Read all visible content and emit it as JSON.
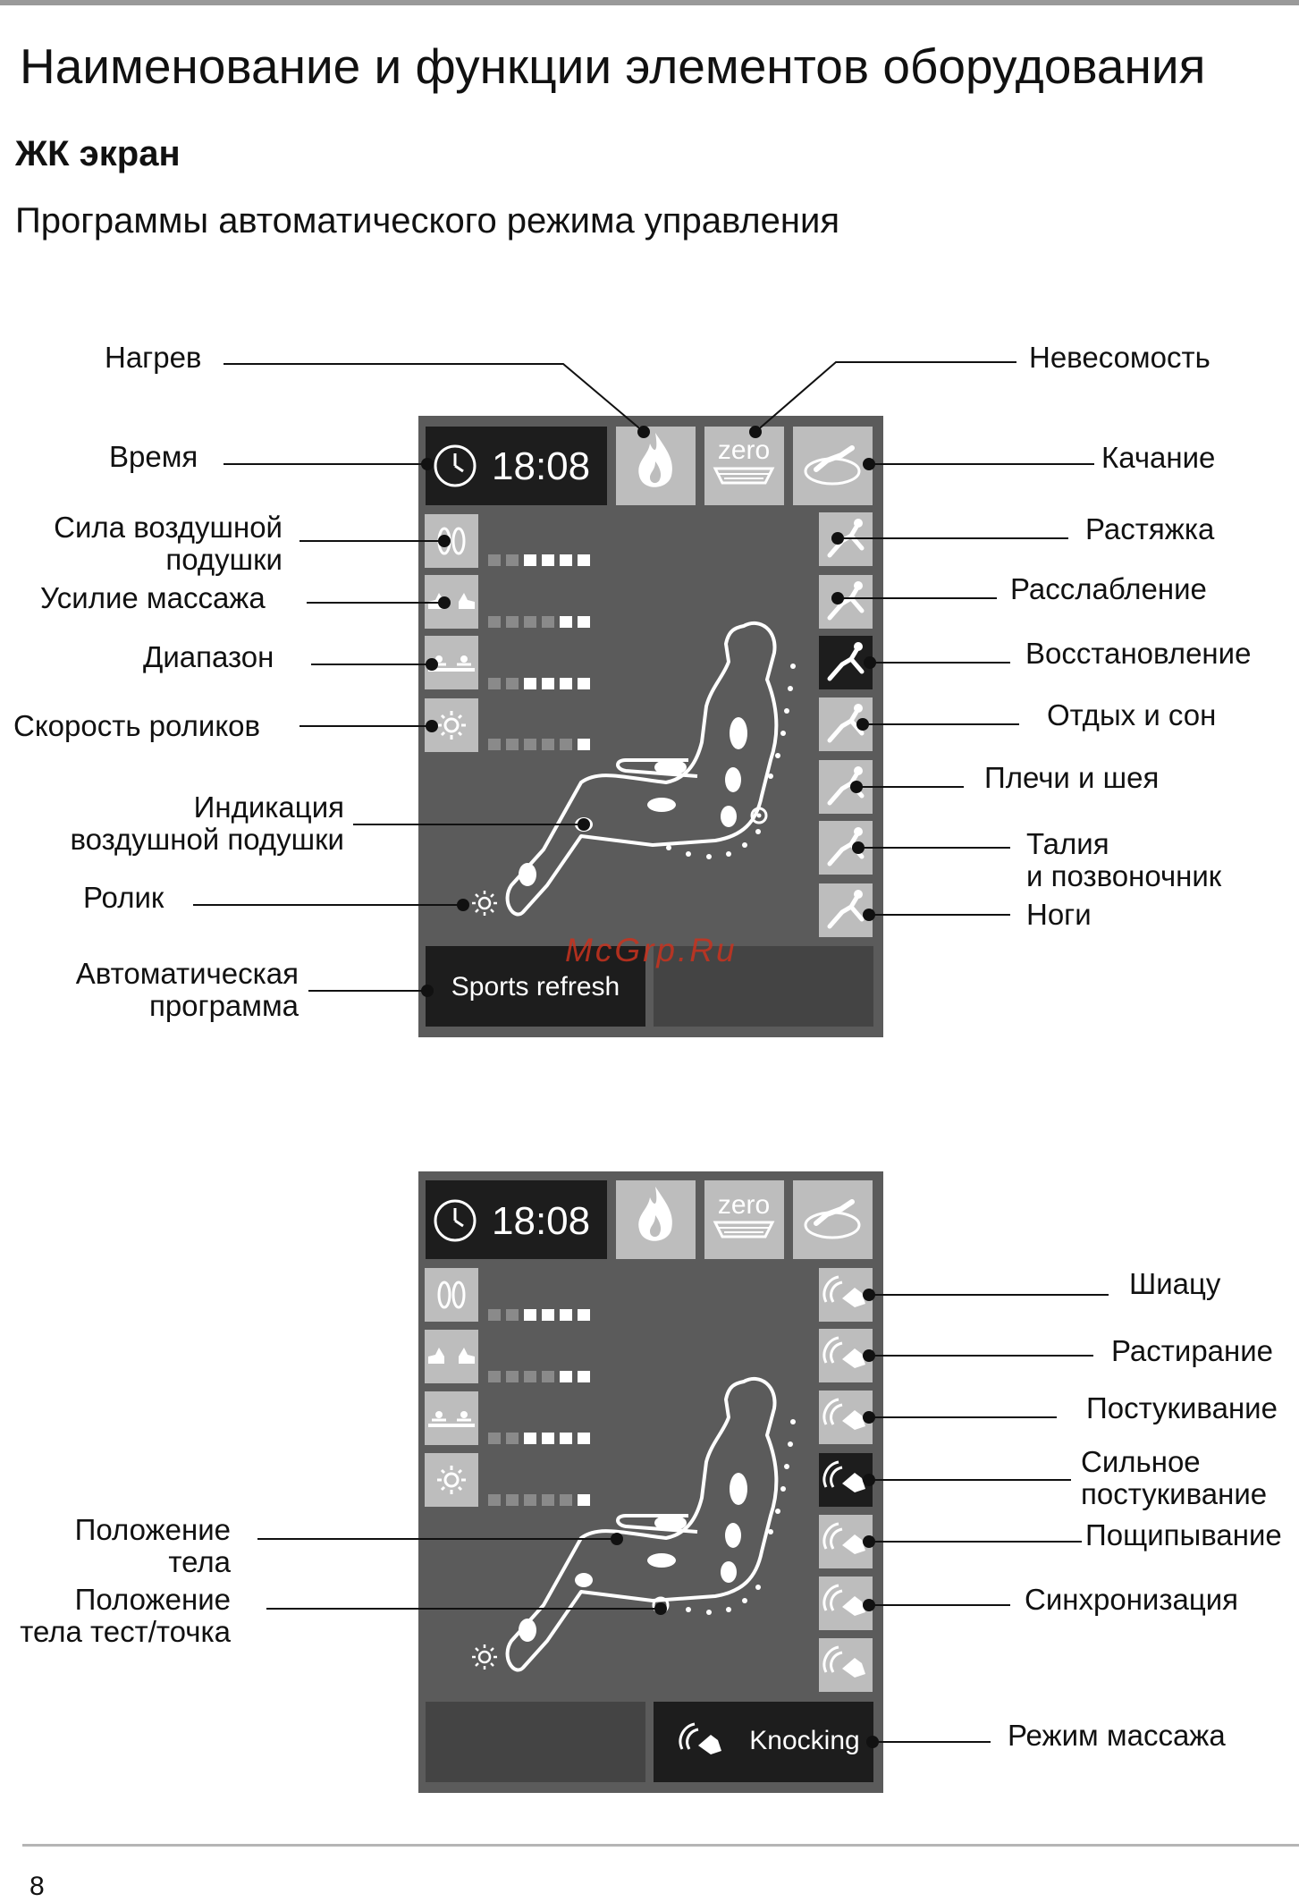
{
  "page": {
    "title": "Наименование и функции элементов оборудования",
    "subtitle": "ЖК экран",
    "section": "Программы автоматического режима управления",
    "page_number": "8",
    "watermark": "McGrp.Ru"
  },
  "screen1": {
    "time": "18:08",
    "zero_label": "zero",
    "program": "Sports refresh",
    "labels_left": {
      "heat": "Нагрев",
      "time": "Время",
      "airbag_1": "Сила воздушной",
      "airbag_2": "подушки",
      "strength": "Усилие массажа",
      "range": "Диапазон",
      "speed": "Скорость роликов",
      "airind_1": "Индикация",
      "airind_2": "воздушной подушки",
      "roller": "Ролик",
      "auto_1": "Автоматическая",
      "auto_2": "программа"
    },
    "labels_right": {
      "zero_g": "Невесомость",
      "swing": "Качание",
      "stretch": "Растяжка",
      "relax": "Расслабление",
      "recovery": "Восстановление",
      "sleep": "Отдых и сон",
      "shoulder": "Плечи и шея",
      "waist_1": "Талия",
      "waist_2": "и позвоночник",
      "legs": "Ноги"
    }
  },
  "screen2": {
    "time": "18:08",
    "zero_label": "zero",
    "mode": "Knocking",
    "labels_left": {
      "body_pos_1": "Положение",
      "body_pos_2": "тела",
      "body_test_1": "Положение",
      "body_test_2": "тела тест/точка"
    },
    "labels_right": {
      "shiatsu": "Шиацу",
      "kneading": "Растирание",
      "tapping": "Постукивание",
      "knocking_1": "Сильное",
      "knocking_2": "постукивание",
      "pinching": "Пощипывание",
      "sync": "Синхронизация",
      "mode": "Режим массажа"
    }
  },
  "colors": {
    "screen_bg": "#5b5b5b",
    "panel_dark": "#1d1d1d",
    "button_light": "#bdbdbd",
    "leader_line": "#111111"
  },
  "icons": [
    "clock-icon",
    "flame-icon",
    "zero-gravity-icon",
    "swing-icon",
    "airbag-icon",
    "hands-icon",
    "range-icon",
    "sun-roller-icon"
  ]
}
